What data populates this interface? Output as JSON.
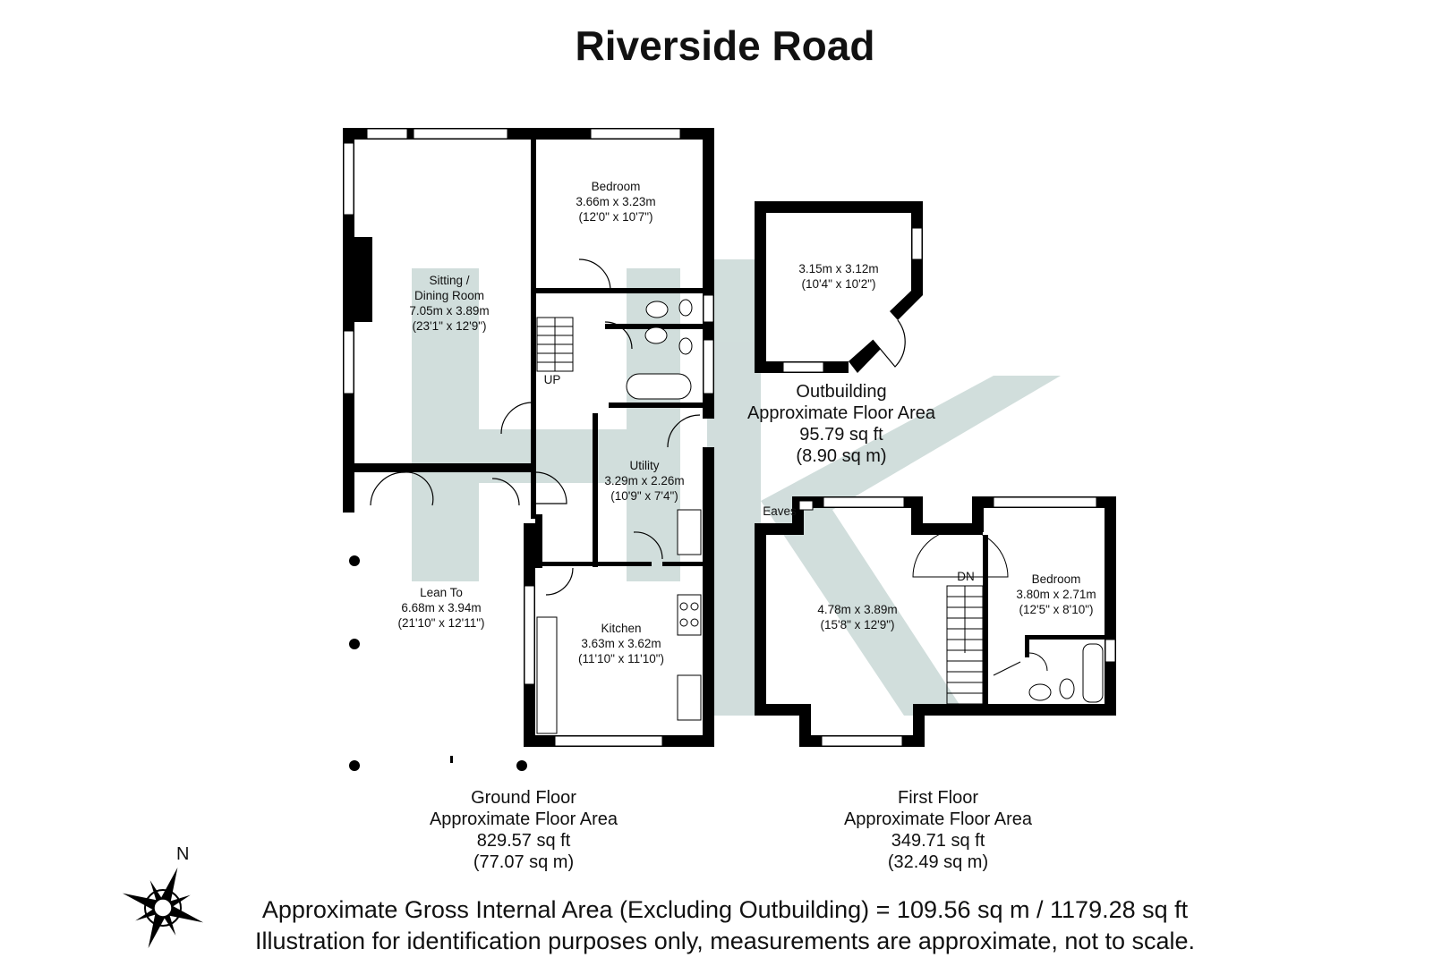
{
  "title": "Riverside Road",
  "colors": {
    "wall": "#000000",
    "watermark": "#c9d8d6",
    "background": "#ffffff"
  },
  "rooms": {
    "sitting": {
      "name1": "Sitting /",
      "name2": "Dining Room",
      "metric": "7.05m x 3.89m",
      "imperial": "(23'1\" x 12'9\")"
    },
    "bedroom_ground": {
      "name": "Bedroom",
      "metric": "3.66m x 3.23m",
      "imperial": "(12'0\" x 10'7\")"
    },
    "outbuilding": {
      "metric": "3.15m x 3.12m",
      "imperial": "(10'4\" x 10'2\")"
    },
    "utility": {
      "name": "Utility",
      "metric": "3.29m x 2.26m",
      "imperial": "(10'9\" x 7'4\")"
    },
    "lean_to": {
      "name": "Lean To",
      "metric": "6.68m x 3.94m",
      "imperial": "(21'10\" x 12'11\")"
    },
    "kitchen": {
      "name": "Kitchen",
      "metric": "3.63m x 3.62m",
      "imperial": "(11'10\" x 11'10\")"
    },
    "first_room": {
      "metric": "4.78m x 3.89m",
      "imperial": "(15'8\" x 12'9\")"
    },
    "bedroom_first": {
      "name": "Bedroom",
      "metric": "3.80m x 2.71m",
      "imperial": "(12'5\" x 8'10\")"
    }
  },
  "labels": {
    "up": "UP",
    "dn": "DN",
    "eaves": "Eaves",
    "north": "N"
  },
  "areas": {
    "outbuilding": {
      "line1": "Outbuilding",
      "line2": "Approximate Floor Area",
      "sqft": "95.79 sq ft",
      "sqm": "(8.90 sq m)"
    },
    "ground": {
      "line1": "Ground Floor",
      "line2": "Approximate Floor Area",
      "sqft": "829.57 sq ft",
      "sqm": "(77.07 sq m)"
    },
    "first": {
      "line1": "First Floor",
      "line2": "Approximate Floor Area",
      "sqft": "349.71 sq ft",
      "sqm": "(32.49 sq m)"
    }
  },
  "footer": {
    "line1": "Approximate Gross Internal Area (Excluding Outbuilding) = 109.56 sq m / 1179.28 sq ft",
    "line2": "Illustration for identification purposes only, measurements are approximate, not to scale."
  }
}
